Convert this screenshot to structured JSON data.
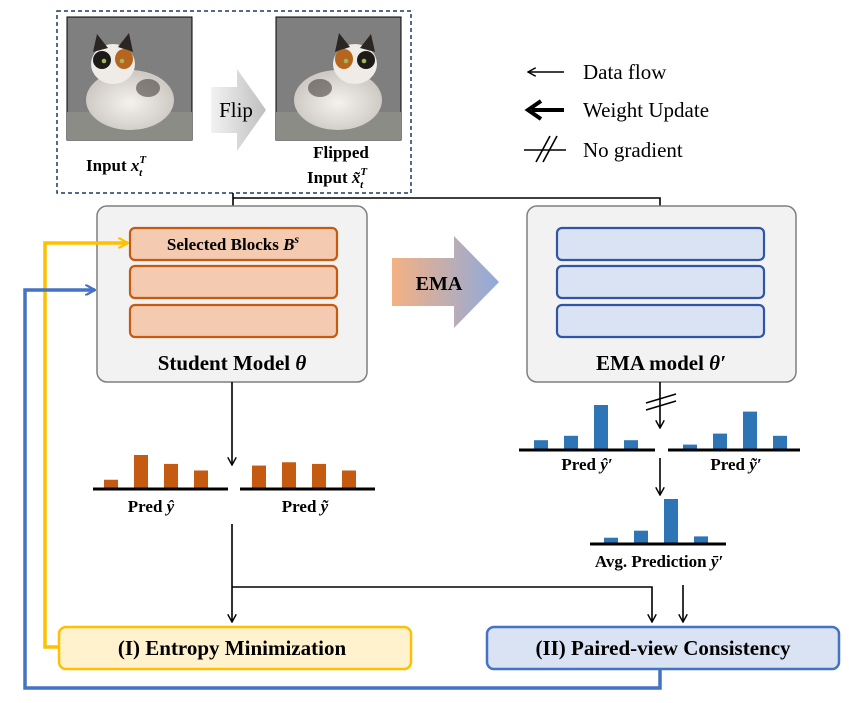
{
  "inputs": {
    "input_label": "Input ",
    "input_var": "x",
    "input_sup": "T",
    "input_sub": "t",
    "flip_label": "Flip",
    "flipped_line1": "Flipped",
    "flipped_line2": "Input ",
    "flipped_var": "x̃",
    "flipped_sup": "T",
    "flipped_sub": "t"
  },
  "legend": {
    "data_flow": "Data flow",
    "weight_update": "Weight Update",
    "no_gradient": "No gradient"
  },
  "student": {
    "block_label": "Selected Blocks ",
    "block_var": "B",
    "block_sup": "s",
    "model_label": "Student Model ",
    "model_var": "θ"
  },
  "ema": {
    "arrow_label": "EMA",
    "model_label": "EMA model ",
    "model_var": "θ′"
  },
  "preds": {
    "student_pred1_label": "Pred ",
    "student_pred1_var": "ŷ",
    "student_pred2_label": "Pred ",
    "student_pred2_var": "ỹ",
    "ema_pred1_label": "Pred ",
    "ema_pred1_var": "ŷ′",
    "ema_pred2_label": "Pred ",
    "ema_pred2_var": "ỹ′",
    "avg_label": "Avg. Prediction ",
    "avg_var": "ȳ′"
  },
  "losses": {
    "entropy": "(I) Entropy Minimization",
    "consistency": "(II) Paired-view Consistency"
  },
  "bars": {
    "student_pred1": [
      0.25,
      1.0,
      0.73,
      0.53
    ],
    "student_pred2": [
      0.68,
      0.78,
      0.73,
      0.53
    ],
    "ema_pred1": [
      0.2,
      0.3,
      1.0,
      0.2
    ],
    "ema_pred2": [
      0.1,
      0.35,
      0.85,
      0.3
    ],
    "avg": [
      0.12,
      0.28,
      1.0,
      0.15
    ]
  },
  "colors": {
    "orange_bar": "#c55a11",
    "blue_bar": "#2e75b6",
    "student_block_fill": "#f4cbb1",
    "student_block_stroke": "#c55a11",
    "ema_block_fill": "#dae3f3",
    "ema_block_stroke": "#2f55a4",
    "yellow_arrow": "#ffc000",
    "blue_arrow": "#4472c4"
  }
}
